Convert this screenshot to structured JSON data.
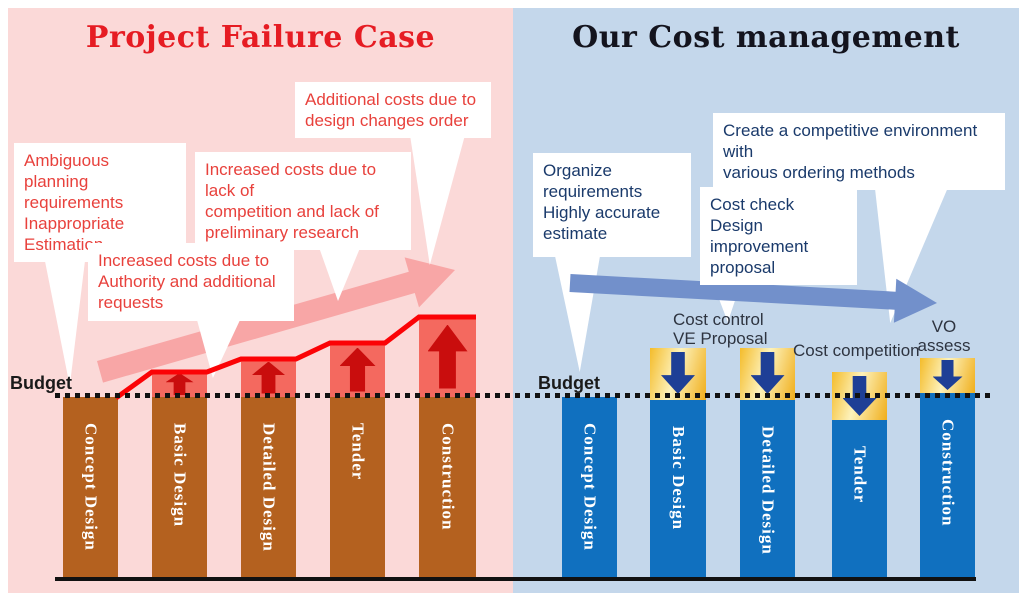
{
  "left_panel": {
    "title": "Project Failure Case",
    "budget_label": "Budget",
    "bubbles": [
      {
        "text": "Ambiguous planning\nrequirements\nInappropriate\nEstimation"
      },
      {
        "text": "Increased costs due to lack of\ncompetition and lack of\npreliminary research"
      },
      {
        "text": "Additional costs due to\ndesign changes order"
      },
      {
        "text": "Increased costs due to\nAuthority and additional\nrequests"
      }
    ],
    "bars": [
      {
        "label": "Concept Design",
        "over_budget": false
      },
      {
        "label": "Basic Design",
        "over_budget": true
      },
      {
        "label": "Detailed Design",
        "over_budget": true
      },
      {
        "label": "Tender",
        "over_budget": true
      },
      {
        "label": "Construction",
        "over_budget": true
      }
    ]
  },
  "right_panel": {
    "title": "Our Cost management",
    "budget_label": "Budget",
    "bubbles": [
      {
        "text": "Organize\nrequirements\nHighly accurate\nestimate"
      },
      {
        "text": "Cost check\nDesign improvement\nproposal"
      },
      {
        "text": "Create a competitive environment with\nvarious ordering methods"
      }
    ],
    "annotations": [
      {
        "text": "Cost control\nVE Proposal"
      },
      {
        "text": "Cost competition"
      },
      {
        "text": "VO\nassess"
      }
    ],
    "bars": [
      {
        "label": "Concept Design",
        "within_budget": true
      },
      {
        "label": "Basic Design",
        "within_budget": true
      },
      {
        "label": "Detailed Design",
        "within_budget": true
      },
      {
        "label": "Tender",
        "within_budget": true
      },
      {
        "label": "Construction",
        "within_budget": true
      }
    ]
  },
  "colors": {
    "left_background": "#fbd9d8",
    "right_background": "#c4d7eb",
    "left_title": "#e61c23",
    "right_title": "#14141e",
    "brown_bar": "#b4611f",
    "blue_bar": "#1070bf",
    "overage_block": "#f4695f",
    "cost_rise_line": "#fb0306",
    "rising_arrow": "#f8a6a6",
    "trend_arrow": "#7290cb",
    "savings_gold": "#f2b424",
    "up_arrow": "#c90d0d",
    "down_arrow": "#1e3f96"
  }
}
